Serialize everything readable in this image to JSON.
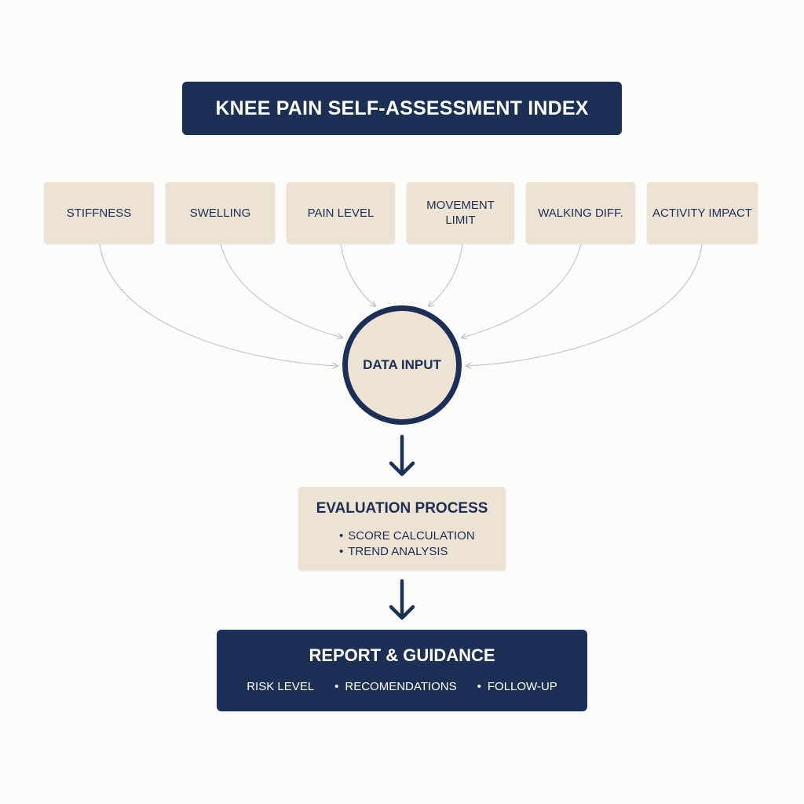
{
  "title": "KNEE PAIN SELF-ASSESSMENT INDEX",
  "factors": [
    "STIFFNESS",
    "SWELLING",
    "PAIN LEVEL",
    "MOVEMENT\nLIMIT",
    "WALKING DIFF.",
    "ACTIVITY IMPACT"
  ],
  "input": {
    "label": "DATA INPUT"
  },
  "evaluation": {
    "title": "EVALUATION PROCESS",
    "items": [
      "SCORE CALCULATION",
      "TREND ANALYSIS"
    ]
  },
  "report": {
    "title": "REPORT & GUIDANCE",
    "items": [
      "RISK LEVEL",
      "RECOMENDATIONS",
      "FOLLOW-UP"
    ]
  },
  "colors": {
    "navy": "#1d2f55",
    "beige": "#ece3d4",
    "connector": "#c3c7cf",
    "background": "#fcfcfb"
  }
}
